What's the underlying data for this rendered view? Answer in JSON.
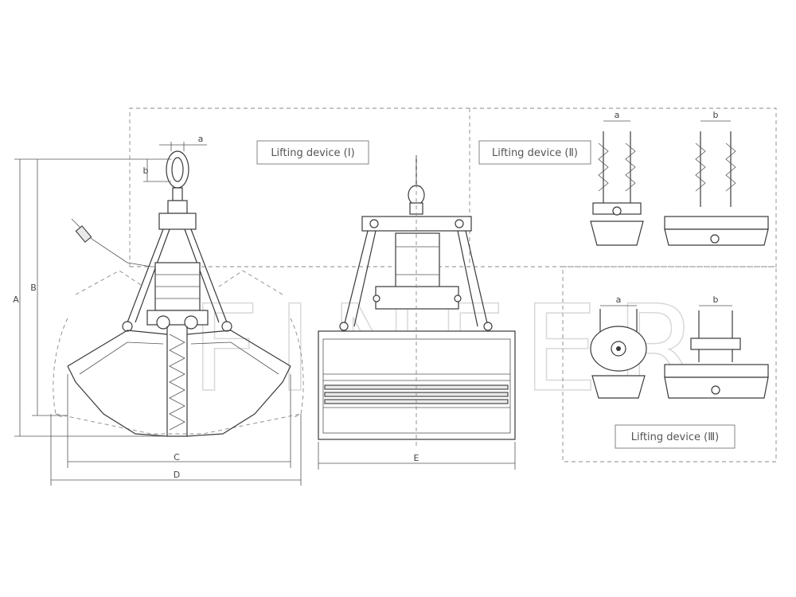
{
  "labels": {
    "lifting_device_1": "Lifting device (Ⅰ)",
    "lifting_device_2": "Lifting device (Ⅱ)",
    "lifting_device_3": "Lifting device (Ⅲ)"
  },
  "dimensions": {
    "A": "A",
    "B": "B",
    "C": "C",
    "D": "D",
    "E": "E",
    "a": "a",
    "b": "b"
  },
  "watermark": "FINFER",
  "colors": {
    "line": "#3a3a3a",
    "dashed_frame": "#8a8a8a",
    "watermark": "#d8d8d8",
    "background": "#ffffff"
  }
}
